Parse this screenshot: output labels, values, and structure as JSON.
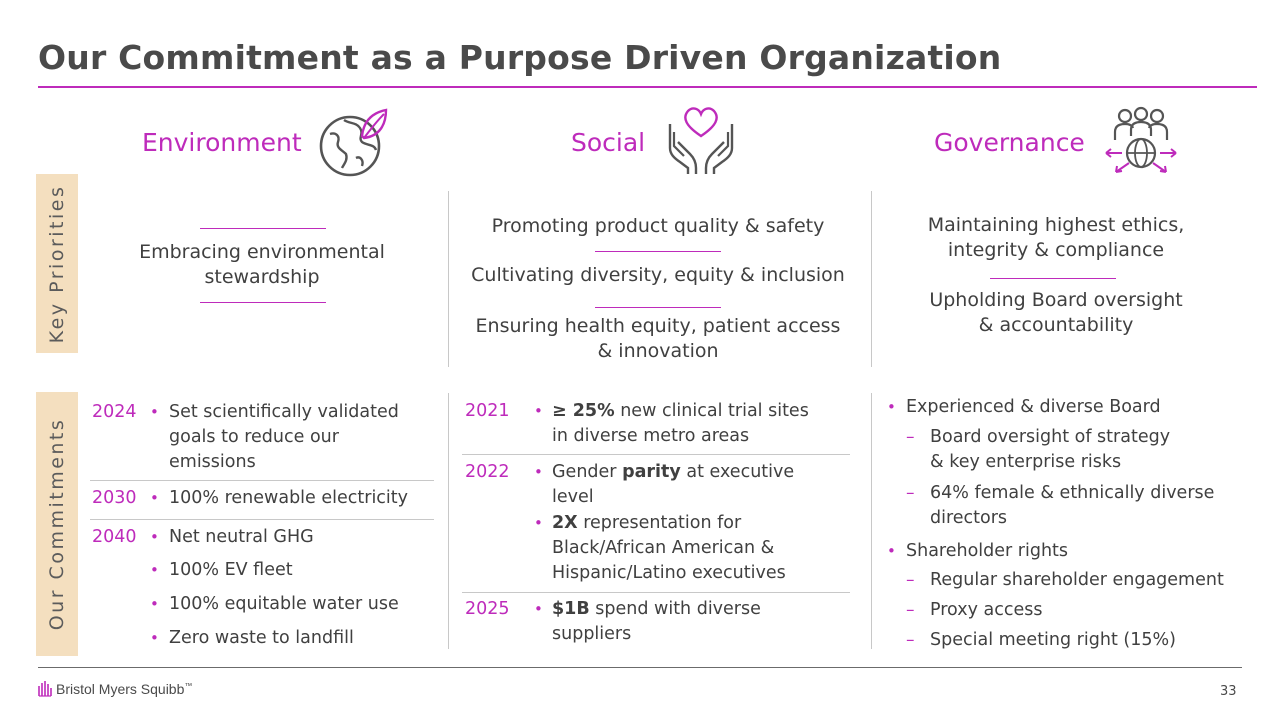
{
  "title": "Our Commitment as a Purpose Driven Organization",
  "pillars": {
    "environment": "Environment",
    "social": "Social",
    "governance": "Governance"
  },
  "side_tabs": {
    "priorities": "Key Priorities",
    "commitments": "Our Commitments"
  },
  "priorities": {
    "environment": [
      "Embracing environmental",
      "stewardship"
    ],
    "social": [
      "Promoting product quality & safety",
      "Cultivating diversity, equity & inclusion",
      "Ensuring health equity, patient access",
      "& innovation"
    ],
    "governance": [
      "Maintaining highest ethics,",
      "integrity & compliance",
      "Upholding Board oversight",
      "& accountability"
    ]
  },
  "commitments": {
    "environment": [
      {
        "year": "2024",
        "items": [
          [
            "Set scientifically validated",
            "goals to reduce our",
            "emissions"
          ]
        ]
      },
      {
        "year": "2030",
        "items": [
          [
            "100% renewable electricity"
          ]
        ]
      },
      {
        "year": "2040",
        "items": [
          [
            "Net neutral GHG"
          ],
          [
            "100% EV fleet"
          ],
          [
            "100% equitable water use"
          ],
          [
            "Zero waste to landfill"
          ]
        ]
      }
    ],
    "social": [
      {
        "year": "2021",
        "items": [
          [
            "≥ 25%",
            " new clinical trial sites",
            "in diverse metro areas"
          ]
        ]
      },
      {
        "year": "2022",
        "items": [
          [
            "Gender ",
            "parity",
            " at executive",
            "level"
          ],
          [
            "2X",
            " representation for",
            "Black/African American &",
            "Hispanic/Latino executives"
          ]
        ]
      },
      {
        "year": "2025",
        "items": [
          [
            "$1B",
            " spend with diverse",
            "suppliers"
          ]
        ]
      }
    ],
    "governance": [
      {
        "label": "Experienced & diverse Board",
        "subs": [
          [
            "Board oversight of strategy",
            "& key enterprise risks"
          ],
          [
            "64% female & ethnically diverse",
            "directors"
          ]
        ]
      },
      {
        "label": "Shareholder rights",
        "subs": [
          [
            "Regular shareholder engagement"
          ],
          [
            "Proxy access"
          ],
          [
            "Special meeting right (15%)"
          ]
        ]
      }
    ]
  },
  "bullet_char": "•",
  "dash_char": "–",
  "footer": {
    "logo_text": "Bristol Myers Squibb",
    "trademark": "™",
    "page_number": "33"
  },
  "colors": {
    "accent": "#be2bbb",
    "tab_bg": "#f4dfbf",
    "text": "#404040"
  },
  "icons": [
    "globe-leaf-icon",
    "hands-heart-icon",
    "people-globe-icon",
    "bms-logo-icon"
  ]
}
